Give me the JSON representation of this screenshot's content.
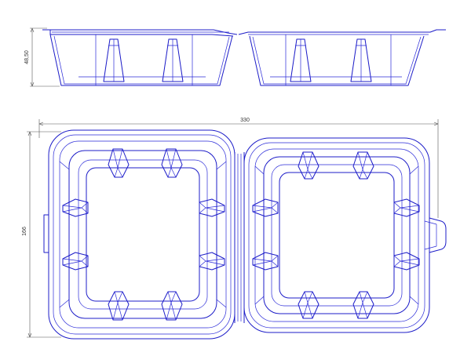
{
  "dimensions": {
    "overall_width": "330",
    "overall_height": "166",
    "side_height": "48,50"
  },
  "colors": {
    "outline": "#1c1cc8",
    "dimension_lines": "#555555",
    "background": "#ffffff"
  }
}
